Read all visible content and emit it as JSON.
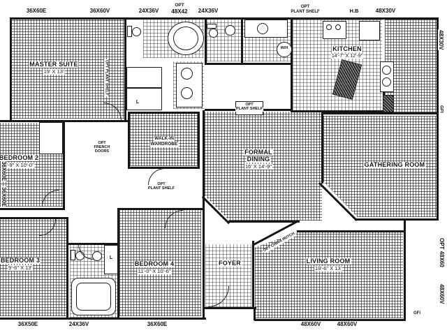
{
  "rooms": {
    "master": {
      "name": "MASTER SUITE",
      "dims": "19' X 13'"
    },
    "bedroom2": {
      "name": "BEDROOM 2",
      "dims": "9'-9\" X 10'-0\""
    },
    "bedroom3": {
      "name": "BEDROOM 3",
      "dims": "9'-6\" X 13'"
    },
    "bedroom4": {
      "name": "BEDROOM 4",
      "dims": "11'-0\" X 10'-6\""
    },
    "dining": {
      "name1": "FORMAL",
      "name2": "DINING",
      "dims": "16' X 14'-9\""
    },
    "gathering": {
      "name": "GATHERING ROOM"
    },
    "living": {
      "name": "LIVING ROOM",
      "dims": "19'-6\" X 13'"
    },
    "kitchen": {
      "name": "KITCHEN",
      "dims": "14'-7\" X 12'-9\""
    },
    "foyer": {
      "name": "FOYER"
    },
    "wardrobe": {
      "name1": "WALK-IN",
      "name2": "WARDROBE"
    }
  },
  "windows": {
    "top1": "36X60E",
    "top2": "36X60V",
    "top3": "24X36V",
    "top4a": "OPT",
    "top4b": "48X42",
    "top5": "24X36V",
    "top6": "48X30V",
    "right1": "48X30V",
    "right2": "OPT 48X60",
    "right3": "48X60V",
    "left1": "36X60E",
    "left2": "36X60E",
    "bottom1": "36X50E",
    "bottom2": "24X36V",
    "bottom3": "36X60E",
    "bottom4": "48X60V",
    "bottom5": "48X60V"
  },
  "annotations": {
    "hose_bib": "H.B",
    "gfi": "GFI",
    "linen": "L",
    "water_heater": "W/H",
    "french1": "OPT",
    "french2": "FRENCH",
    "french3": "DOORS",
    "plant1": "OPT",
    "plant2": "PLANT SHELF",
    "plant_inline": "OPT PLANT SHELF",
    "china_hutch": "OPT CHINA HUTCH"
  }
}
